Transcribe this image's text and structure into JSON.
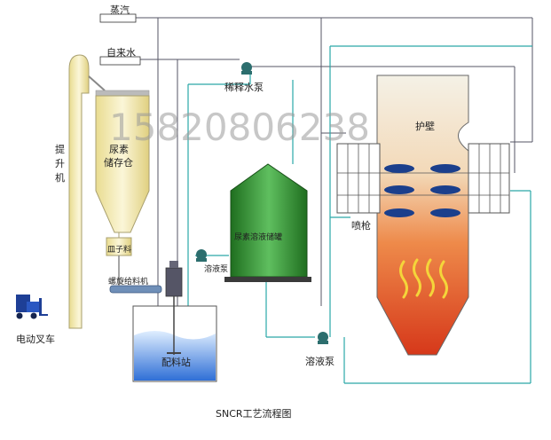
{
  "labels": {
    "steam": "蒸汽",
    "tap_water": "自来水",
    "dilution_pump": "稀释水泵",
    "urea_storage": "尿素储存仓",
    "elevator": "提升机",
    "forklift": "电动叉车",
    "feeder_hopper": "皿子料",
    "screw_feeder": "螺旋给料机",
    "solution_pump_top": "溶液泵",
    "solution_tank": "尿素溶液储罐",
    "mixing_station": "配料站",
    "solution_pump_bottom": "溶液泵",
    "furnace_wall": "护壁",
    "spray_gun": "喷枪",
    "caption": "SNCR工艺流程图"
  },
  "watermark": "15820806238",
  "colors": {
    "tank_green": "#2f8a2f",
    "silo": "#f0e6a8",
    "furnace_top": "#f2efe4",
    "flame_red": "#d84b1a",
    "water_blue": "#2f6fd6",
    "pipe_cyan": "#2aa8a8",
    "nozzle_blue": "#1b3f8c"
  }
}
